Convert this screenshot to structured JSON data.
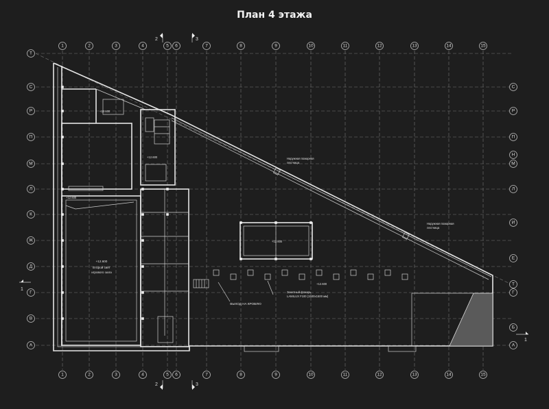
{
  "title": "План 4 этажа",
  "grid_columns": [
    "1",
    "2",
    "3",
    "4",
    "5",
    "6",
    "7",
    "8",
    "9",
    "10",
    "11",
    "12",
    "13",
    "14",
    "15"
  ],
  "grid_rows_left": [
    "Т",
    "С",
    "Р",
    "П",
    "М",
    "Л",
    "К",
    "Ж",
    "Д",
    "Г",
    "В",
    "А"
  ],
  "grid_rows_right": [
    "С",
    "Р",
    "П",
    "Н",
    "М",
    "Л",
    "И",
    "Е",
    "Т",
    "Г",
    "Б",
    "А"
  ],
  "section_marks": {
    "top_a": "2",
    "top_b": "3",
    "bottom_a": "2",
    "bottom_b": "3",
    "side_left": "1",
    "side_right": "1"
  },
  "annotations": {
    "fire_stair_1": [
      "Наружная пожарная",
      "лестница"
    ],
    "fire_stair_2": [
      "Наружная пожарная",
      "лестница"
    ],
    "second_light": [
      "+12.600",
      "Второй свет",
      "игрового зала"
    ],
    "roof_exit": "ВЫХОД НА КРОВЛЮ",
    "lantern": [
      "Зенитный фонарь",
      "LAMILUX F100 (1500x1500 мм)"
    ],
    "level_a": "+12.600",
    "level_b": "+12.600",
    "level_c": "+12.600",
    "level_d": "+12.600",
    "level_e": "+12.600"
  }
}
